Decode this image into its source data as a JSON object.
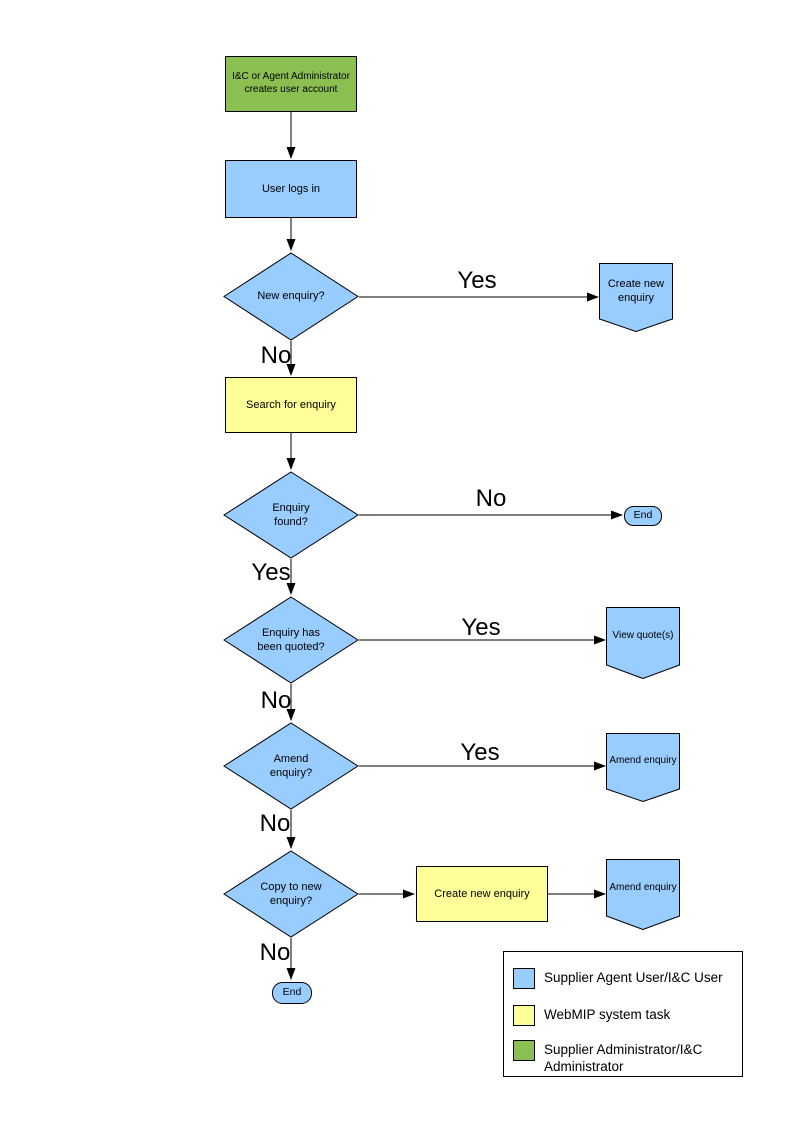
{
  "colors": {
    "blue": "#99CCFF",
    "yellow": "#FFFF99",
    "green": "#8CBF52",
    "stroke": "#000000"
  },
  "nodes": {
    "admin_creates_account": "I&C or Agent Administrator\ncreates user account",
    "user_logs_in": "User logs in",
    "new_enquiry_q": "New enquiry?",
    "create_new_enquiry_link": "Create new\nenquiry",
    "search_for_enquiry": "Search for enquiry",
    "enquiry_found_q": "Enquiry\nfound?",
    "end_1": "End",
    "enquiry_quoted_q": "Enquiry has\nbeen quoted?",
    "view_quotes_link": "View quote(s)",
    "amend_enquiry_q": "Amend\nenquiry?",
    "amend_enquiry_link_1": "Amend enquiry",
    "copy_to_new_enquiry_q": "Copy to new\nenquiry?",
    "create_new_enquiry_task": "Create new enquiry",
    "amend_enquiry_link_2": "Amend enquiry",
    "end_2": "End"
  },
  "edge_labels": {
    "new_enquiry_yes": "Yes",
    "new_enquiry_no": "No",
    "enquiry_found_no": "No",
    "enquiry_found_yes": "Yes",
    "quoted_yes": "Yes",
    "quoted_no": "No",
    "amend_yes": "Yes",
    "amend_no": "No",
    "copy_no": "No"
  },
  "legend": {
    "items": [
      {
        "swatch": "blue",
        "label": "Supplier Agent User/I&C User"
      },
      {
        "swatch": "yellow",
        "label": "WebMIP system task"
      },
      {
        "swatch": "green",
        "label": "Supplier Administrator/I&C\nAdministrator"
      }
    ]
  }
}
